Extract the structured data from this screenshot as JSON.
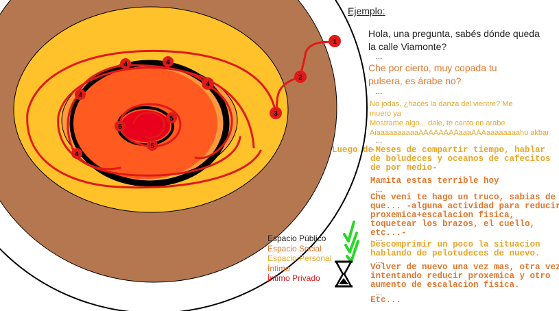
{
  "colors": {
    "outer_ring": "#ffffff",
    "brown_ring": "#b5774f",
    "yellow_ring": "#ffc22a",
    "orange_ring": "#ff9a3c",
    "black_ring": "#000000",
    "center": "#ff5a1f",
    "core": "#e8001c",
    "path": "#e01919",
    "check": "#26d926",
    "text_dark": "#222222",
    "text_orange": "#e2762c",
    "text_yellow": "#e8a72a"
  },
  "diagram": {
    "markers": [
      "1",
      "2",
      "3",
      "4",
      "4",
      "4",
      "4",
      "4",
      "5",
      "5",
      "5"
    ]
  },
  "example": {
    "title": "Ejemplo",
    "title_colon": ":",
    "q1_line1": "Hola, una pregunta, sabés dónde queda",
    "q1_line2": "la calle Viamonte?",
    "dots": "...",
    "q2_line1": "Che por cierto, muy copada tu",
    "q2_line2": "pulsera, es árabe no?",
    "q3_line1": "No jodas, ¿hacés la danza del vientre? Me",
    "q3_line2": "muero ya",
    "q3_line3": "Mostrame algo... dale, te canto en arabe",
    "q3_line4": "AiaaaaaaaaaaAAAAAAAAaaaAAAaaaaaaaahu akbar",
    "luego": "Luego de",
    "meses_line1": "-Meses de compartir tiempo, hablar",
    "meses_line2": "de boludeces y oceanos de cafecitos",
    "meses_line3": "de por medio-",
    "mamita": "Mamita estas terrible hoy",
    "cheveni_line1": "Che veni te hago un truco, sabias de",
    "cheveni_line2": "que... -alguna actividad para reducir",
    "cheveni_line3": "proxemica+escalacion fisica,",
    "cheveni_line4": "toquetear los brazos, el cuello,",
    "cheveni_line5": "etc...-",
    "descomp_line1": "Descomprimir un poco la situacion",
    "descomp_line2": "hablando de pelotudeces de nuevo.",
    "volver_line1": "Volver de nuevo una vez mas, otra vez",
    "volver_line2": "intentando reducir proxemica y otro",
    "volver_line3": "aumento de escalacion fisica.",
    "etc": "Etc..."
  },
  "legend": {
    "items": [
      {
        "label": "Espacio Público",
        "color": "#222222"
      },
      {
        "label": "Espacio Social",
        "color": "#e2762c"
      },
      {
        "label": "Espacio Personal",
        "color": "#e8a72a"
      },
      {
        "label": "Íntimo",
        "color": "#e2762c"
      },
      {
        "label": "Íntimo Privado",
        "color": "#e01919"
      }
    ],
    "check_icon": "check-icon",
    "hourglass_icon": "hourglass-icon"
  }
}
